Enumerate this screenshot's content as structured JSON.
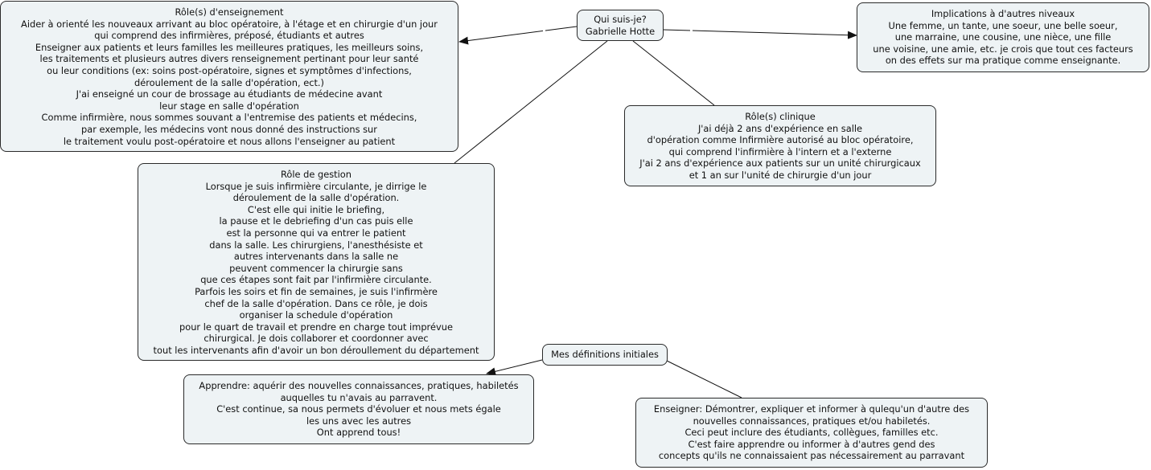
{
  "concept_map": {
    "center": {
      "lines": [
        "Qui suis-je?",
        "Gabrielle Hotte"
      ]
    },
    "nodes": {
      "enseignement": {
        "lines": [
          "Rôle(s) d'enseignement",
          "Aider à orienté les nouveaux arrivant au bloc opératoire, à l'étage et en chirurgie d'un jour",
          "qui comprend des infirmières, préposé, étudiants et autres",
          "Enseigner aux patients et leurs familles les meilleures pratiques, les meilleurs soins,",
          "les traitements et plusieurs autres divers renseignement pertinant pour leur santé",
          "ou leur conditions (ex: soins post-opératoire, signes et symptômes d'infections,",
          "déroulement de la salle d'opération, ect.)",
          "J'ai enseigné un cour de brossage au étudiants de médecine avant",
          "leur stage en salle d'opération",
          "Comme infirmière, nous sommes souvant a l'entremise des patients et médecins,",
          "par exemple, les médecins vont nous donné des instructions sur",
          "le traitement voulu post-opératoire et nous allons l'enseigner au patient"
        ]
      },
      "implications": {
        "lines": [
          "Implications à d'autres niveaux",
          "Une femme, un tante, une soeur, une belle soeur,",
          "une marraine, une cousine, une nièce, une fille",
          "une voisine, une amie, etc. je crois que tout ces facteurs",
          "on des effets sur ma pratique comme enseignante."
        ]
      },
      "clinique": {
        "lines": [
          "Rôle(s) clinique",
          "J'ai déjà 2 ans d'expérience en salle",
          "d'opération comme Infirmière autorisé au bloc opératoire,",
          "qui comprend l'infirmière à l'intern et a l'externe",
          "J'ai 2 ans d'expérience aux patients sur un unité chirurgicaux",
          "et 1 an sur l'unité de chirurgie d'un jour"
        ]
      },
      "gestion": {
        "lines": [
          "Rôle de gestion",
          "Lorsque je suis infirmière circulante, je dirrige le",
          "déroulement de la salle d'opération.",
          "C'est elle qui initie le briefing,",
          "la pause et le debriefing d'un cas puis elle",
          "est la personne qui va entrer le patient",
          "dans la salle. Les chirurgiens, l'anesthésiste et",
          "autres intervenants dans la salle ne",
          "peuvent commencer la chirurgie sans",
          "que ces étapes sont fait par l'infirmière circulante.",
          "Parfois les soirs et fin de semaines, je suis l'infirmère",
          "chef de la salle d'opération. Dans ce rôle, je dois",
          "organiser la schedule d'opération",
          "pour le quart de travail et prendre en charge tout imprévue",
          "chirurgical. Je dois collaborer et coordonner avec",
          "tout les intervenants afin d'avoir un bon déroullement du département"
        ]
      },
      "definitions": {
        "lines": [
          "Mes définitions initiales"
        ]
      },
      "apprendre": {
        "lines": [
          "Apprendre: aquérir des nouvelles connaissances, pratiques, habiletés",
          "auquelles tu n'avais au parravent.",
          "C'est continue, sa nous permets d'évoluer et nous mets égale",
          "les uns avec les autres",
          "Ont apprend tous!"
        ]
      },
      "enseigner": {
        "lines": [
          "Enseigner: Démontrer, expliquer et informer à qulequ'un d'autre des",
          "nouvelles connaissances, pratiques et/ou habiletés.",
          "Ceci peut inclure des étudiants, collègues, familles etc.",
          "C'est faire apprendre ou informer à d'autres gend des",
          "concepts qu'ils ne connaissaient pas nécessairement au parravant"
        ]
      }
    },
    "colors": {
      "node_fill": "#eef3f5",
      "node_border": "#2a2a2a",
      "link": "#111111"
    }
  }
}
